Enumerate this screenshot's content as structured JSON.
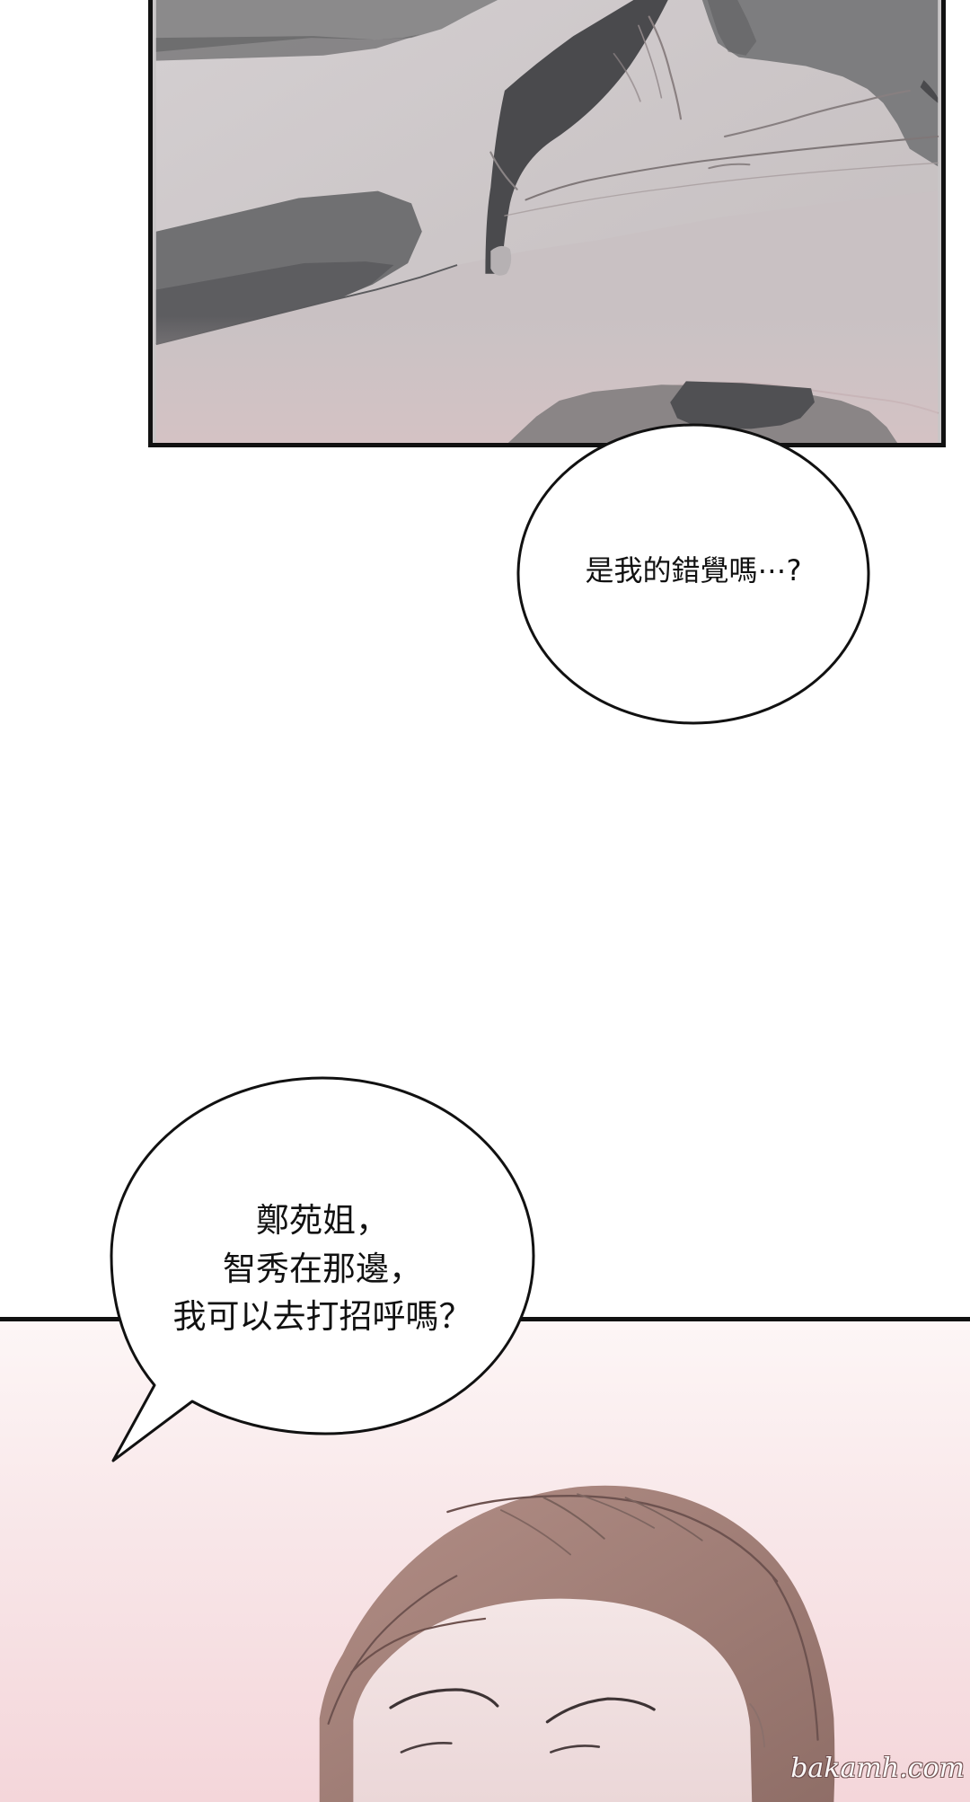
{
  "dialogue": {
    "bubble_1": "是我的錯覺嗎⋯?",
    "bubble_2": {
      "line_1": "鄭苑姐，",
      "line_2": "智秀在那邊，",
      "line_3": "我可以去打招呼嗎？"
    }
  },
  "watermark": "bakamh.com",
  "colors": {
    "panel_border": "#111111",
    "top_panel_base": "#c9c6c7",
    "bottom_panel_base": "#f7e3e6",
    "hair": "#9f7d75"
  }
}
